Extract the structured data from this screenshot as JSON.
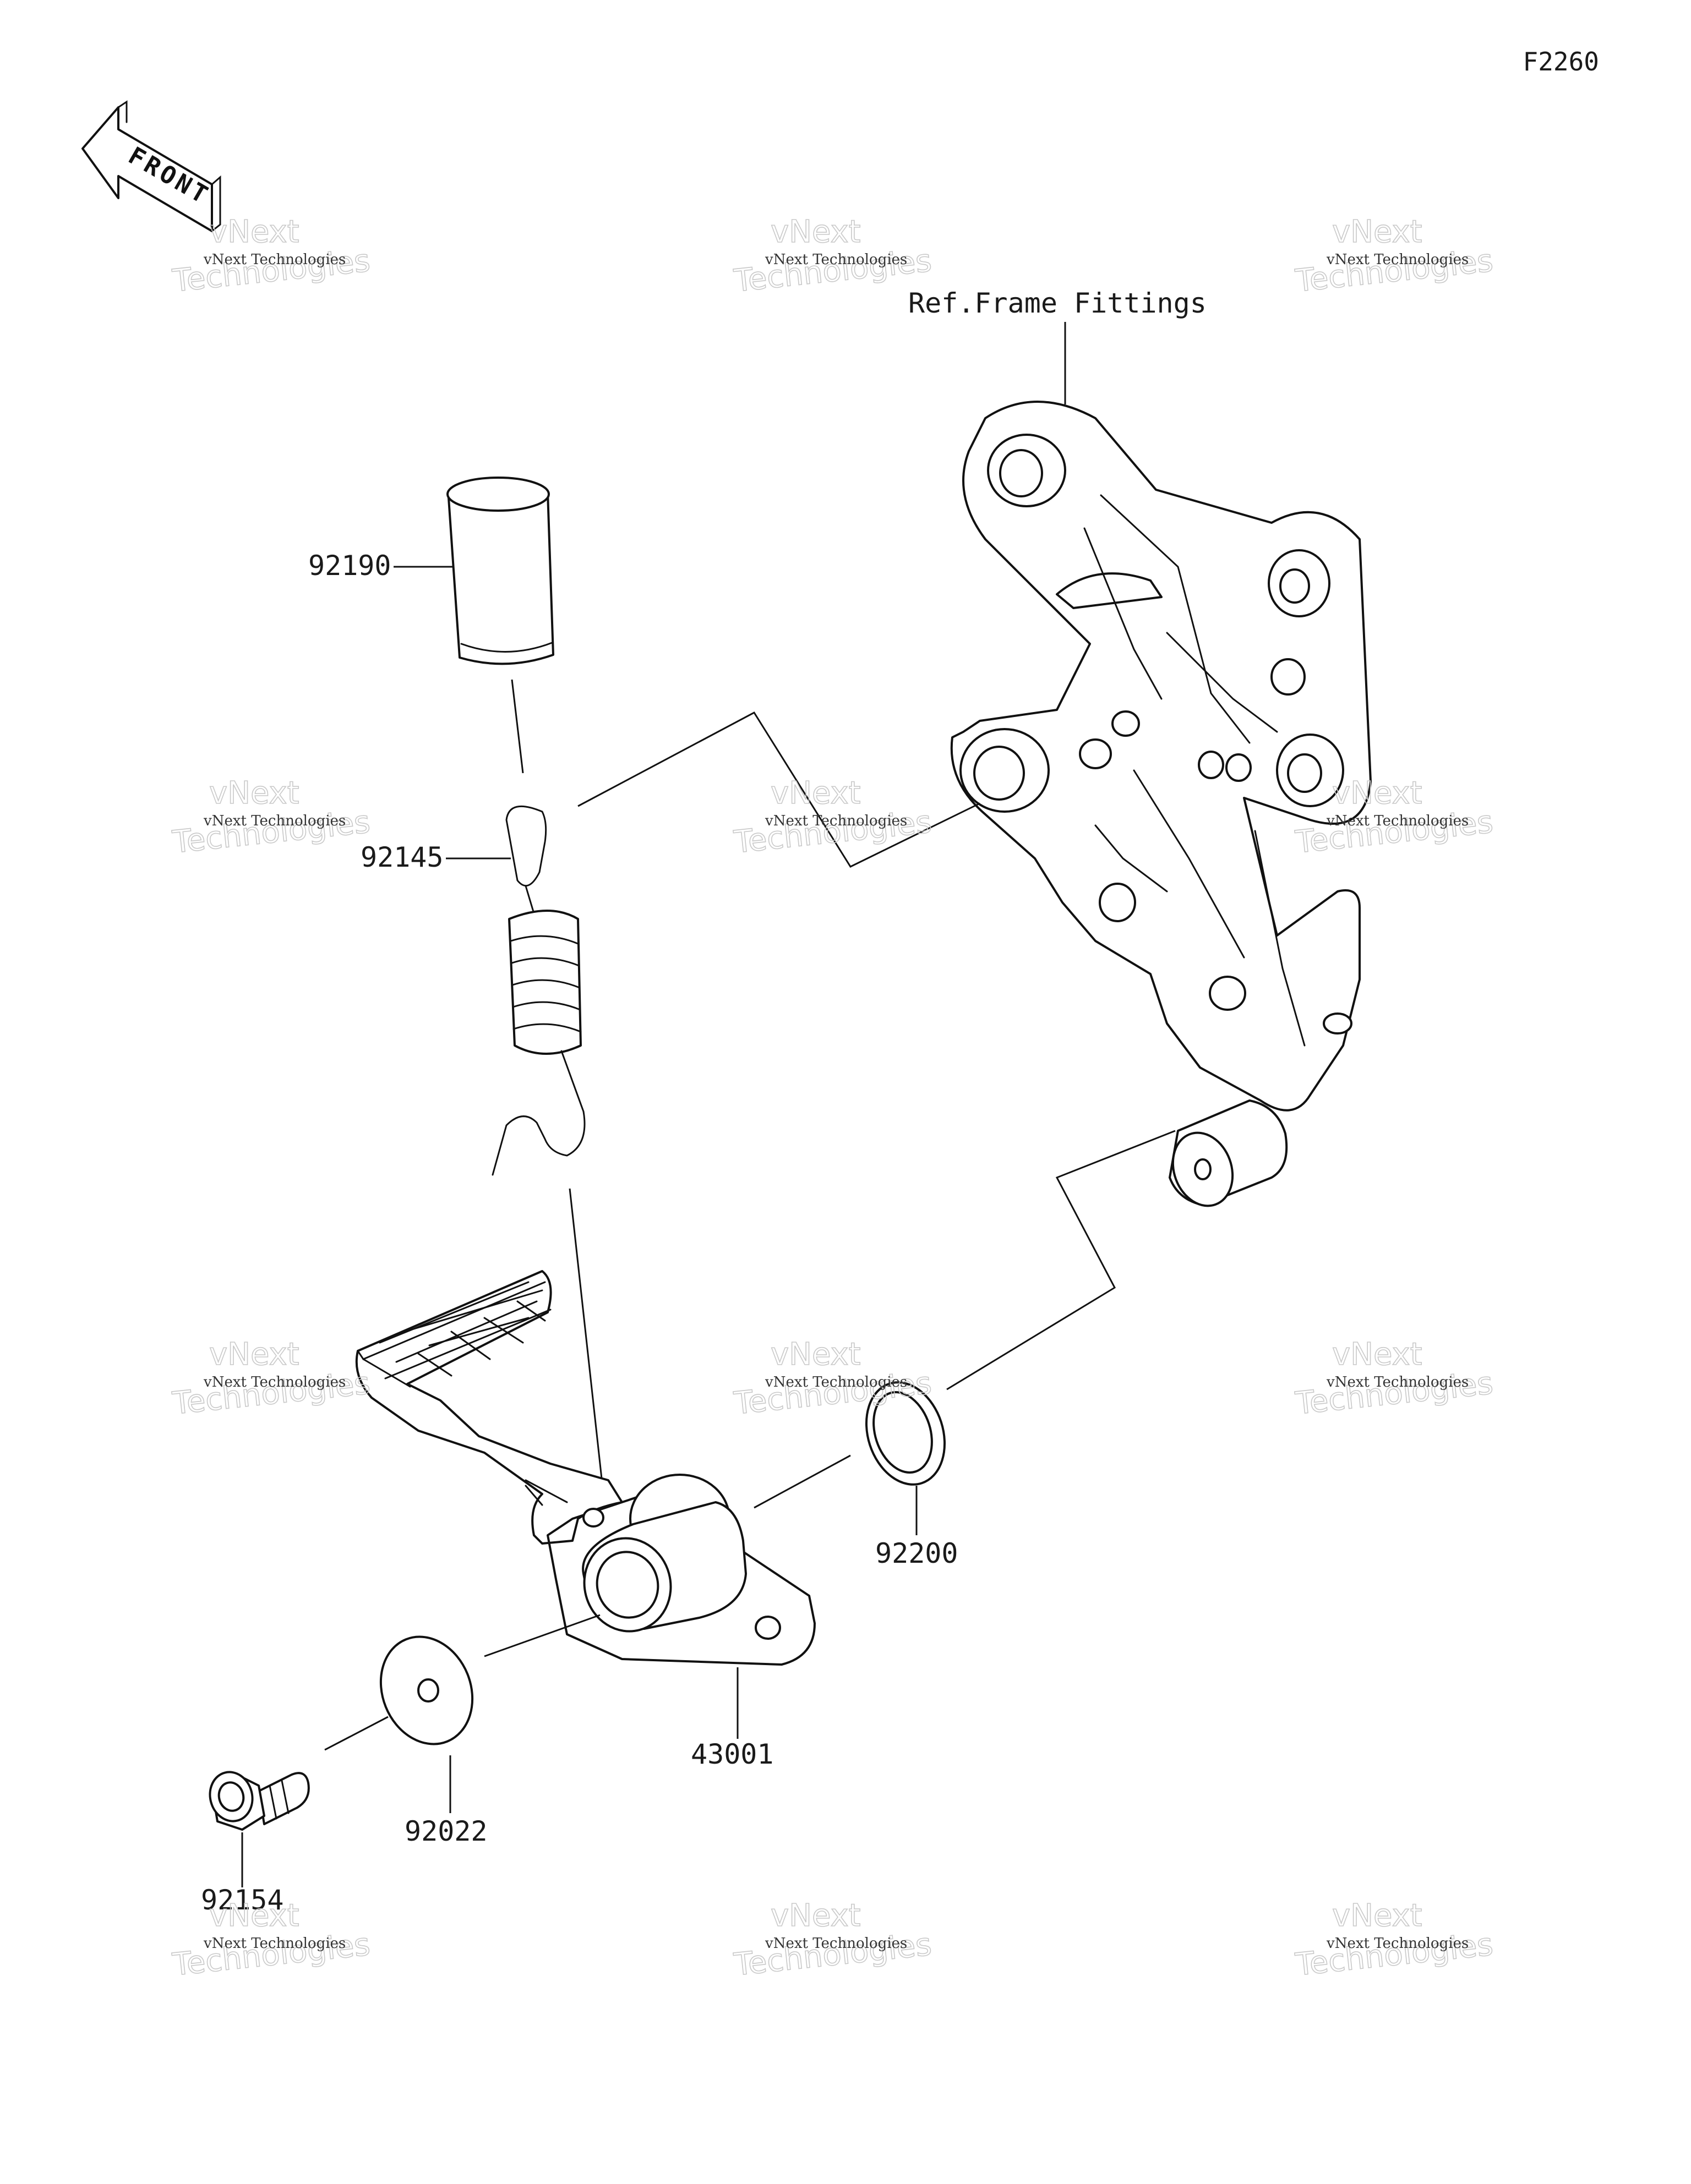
{
  "diagram_code": "F2260",
  "front_label": "FRONT",
  "reference_label": "Ref.Frame Fittings",
  "parts": [
    {
      "part_no": "92190"
    },
    {
      "part_no": "92145"
    },
    {
      "part_no": "92200"
    },
    {
      "part_no": "43001"
    },
    {
      "part_no": "92022"
    },
    {
      "part_no": "92154"
    }
  ],
  "watermark": {
    "line1": "vNext Technologies",
    "line2": "vNext",
    "line3": "Technologies"
  }
}
